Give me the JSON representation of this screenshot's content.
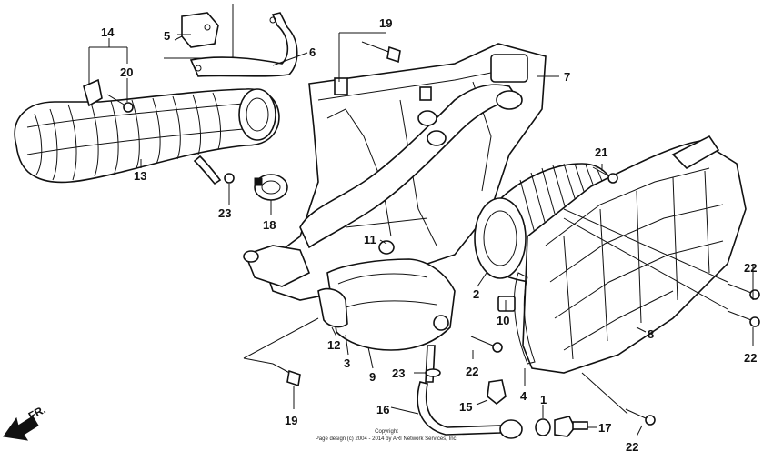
{
  "callouts": {
    "c1": "1",
    "c2": "2",
    "c3": "3",
    "c4": "4",
    "c5": "5",
    "c6": "6",
    "c7": "7",
    "c8": "8",
    "c9": "9",
    "c10": "10",
    "c11": "11",
    "c12": "12",
    "c13": "13",
    "c14": "14",
    "c15": "15",
    "c16": "16",
    "c17": "17",
    "c18": "18",
    "c19a": "19",
    "c19b": "19",
    "c20": "20",
    "c21": "21",
    "c22a": "22",
    "c22b": "22",
    "c22c": "22",
    "c22d": "22",
    "c23a": "23",
    "c23b": "23"
  },
  "direction_label": "FR.",
  "copyright": {
    "line1": "Copyright",
    "line2": "Page design (c) 2004 - 2014 by ARI Network Services, Inc."
  }
}
